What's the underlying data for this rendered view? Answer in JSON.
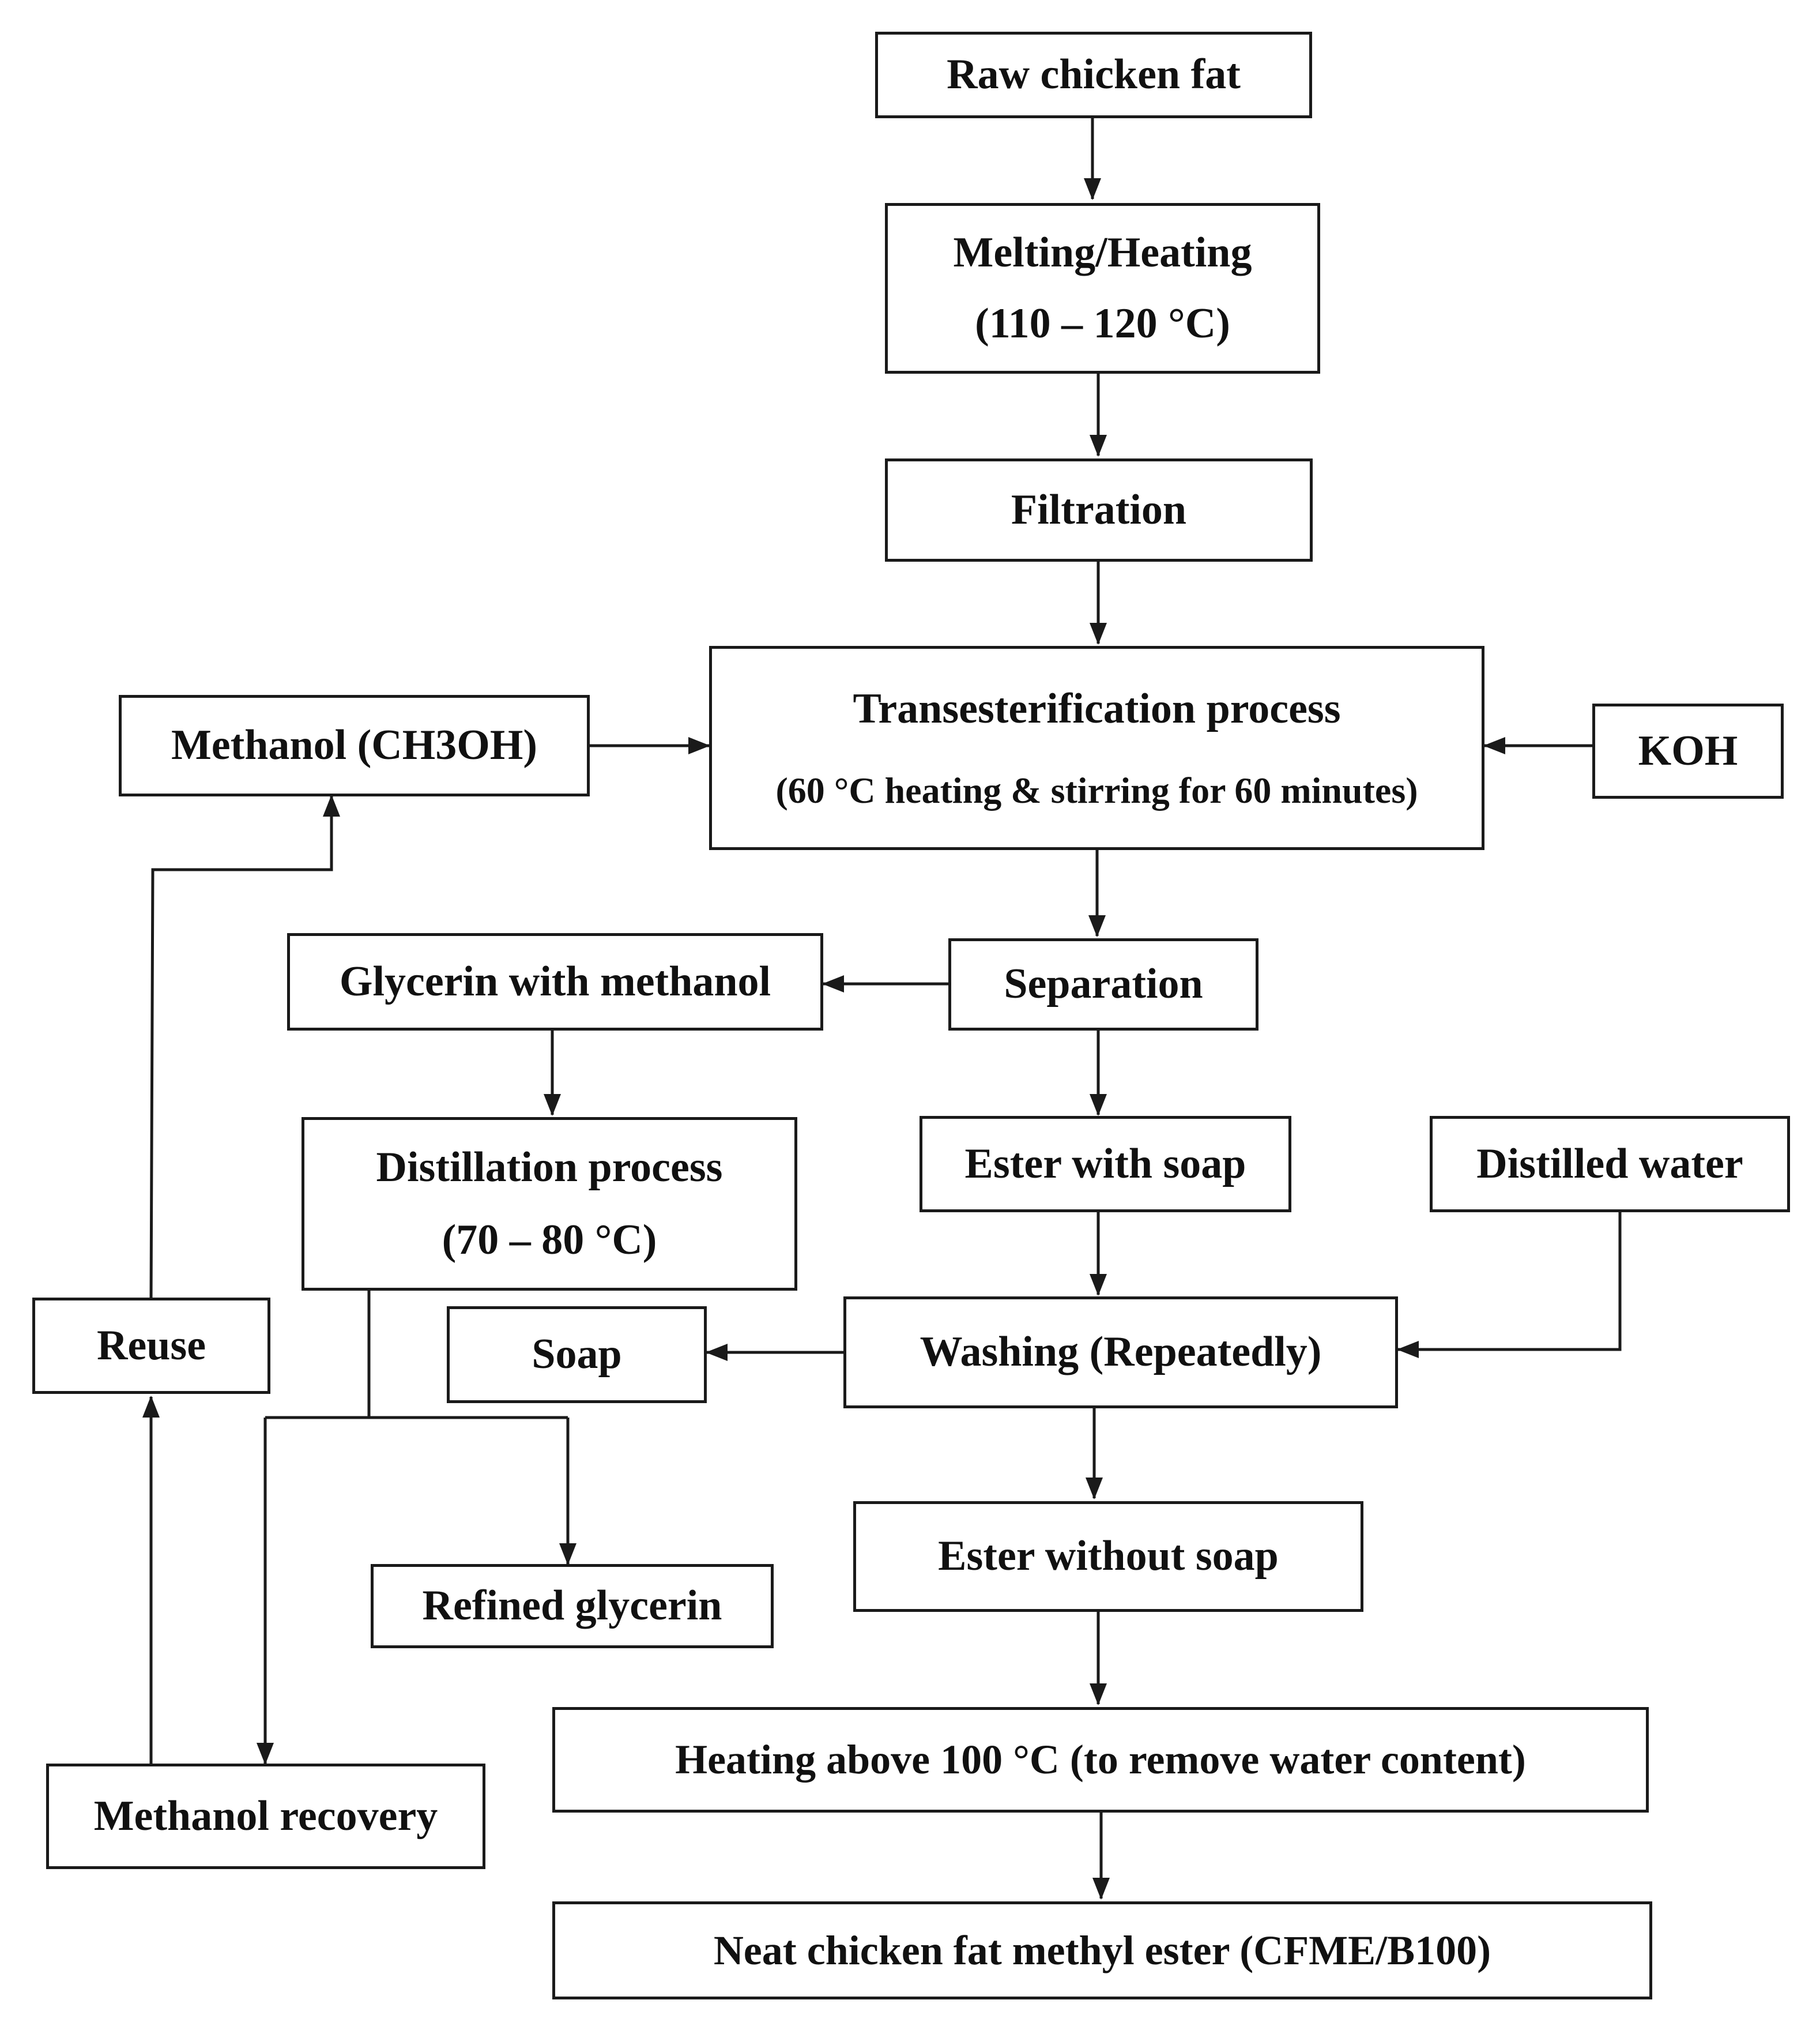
{
  "nodes": {
    "raw_fat": {
      "label": "Raw chicken fat"
    },
    "melting": {
      "label": "Melting/Heating",
      "sub": "(110 – 120 °C)"
    },
    "filtration": {
      "label": "Filtration"
    },
    "transesterification": {
      "label": "Transesterification process",
      "sub": "(60 °C heating & stirring for 60 minutes)"
    },
    "methanol": {
      "label": "Methanol (CH3OH)"
    },
    "koh": {
      "label": "KOH"
    },
    "separation": {
      "label": "Separation"
    },
    "glycerin_methanol": {
      "label": "Glycerin with methanol"
    },
    "distillation": {
      "label": "Distillation process",
      "sub": "(70 – 80 °C)"
    },
    "ester_soap": {
      "label": "Ester with soap"
    },
    "distilled_water": {
      "label": "Distilled water"
    },
    "reuse": {
      "label": "Reuse"
    },
    "soap": {
      "label": "Soap"
    },
    "washing": {
      "label": "Washing (Repeatedly)"
    },
    "refined_glycerin": {
      "label": "Refined glycerin"
    },
    "ester_no_soap": {
      "label": "Ester without soap"
    },
    "heating_100": {
      "label": "Heating above 100 °C (to remove water content)"
    },
    "methanol_recovery": {
      "label": "Methanol recovery"
    },
    "cfme": {
      "label": "Neat chicken fat methyl ester (CFME/B100)"
    }
  },
  "edges": [
    {
      "from": "raw_fat",
      "to": "melting"
    },
    {
      "from": "melting",
      "to": "filtration"
    },
    {
      "from": "filtration",
      "to": "transesterification"
    },
    {
      "from": "methanol",
      "to": "transesterification"
    },
    {
      "from": "koh",
      "to": "transesterification"
    },
    {
      "from": "transesterification",
      "to": "separation"
    },
    {
      "from": "separation",
      "to": "glycerin_methanol"
    },
    {
      "from": "separation",
      "to": "ester_soap"
    },
    {
      "from": "glycerin_methanol",
      "to": "distillation"
    },
    {
      "from": "distillation",
      "to": "refined_glycerin"
    },
    {
      "from": "distillation",
      "to": "methanol_recovery"
    },
    {
      "from": "methanol_recovery",
      "to": "reuse"
    },
    {
      "from": "reuse",
      "to": "methanol"
    },
    {
      "from": "ester_soap",
      "to": "washing"
    },
    {
      "from": "distilled_water",
      "to": "washing"
    },
    {
      "from": "washing",
      "to": "soap"
    },
    {
      "from": "washing",
      "to": "ester_no_soap"
    },
    {
      "from": "ester_no_soap",
      "to": "heating_100"
    },
    {
      "from": "heating_100",
      "to": "cfme"
    }
  ]
}
